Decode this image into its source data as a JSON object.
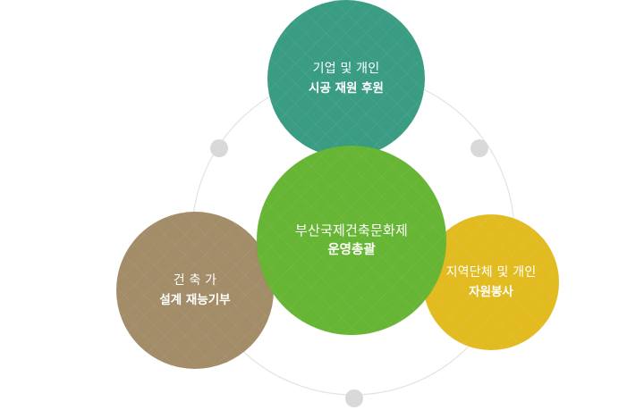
{
  "nodes": {
    "top": {
      "line1": "기업 및 개인",
      "line2": "시공 재원 후원",
      "color": "#3a9d83"
    },
    "left": {
      "line1": "건 축 가",
      "line2": "설계 재능기부",
      "color": "#a38c68"
    },
    "right": {
      "line1": "지역단체 및 개인",
      "line2": "자원봉사",
      "color": "#e2bb21"
    },
    "center": {
      "line1": "부산국제건축문화제",
      "line2": "운영총괄",
      "color": "#67b534"
    }
  },
  "ring": {
    "stroke_color": "#e3e3e3",
    "dot_color": "#d9d9d9"
  }
}
